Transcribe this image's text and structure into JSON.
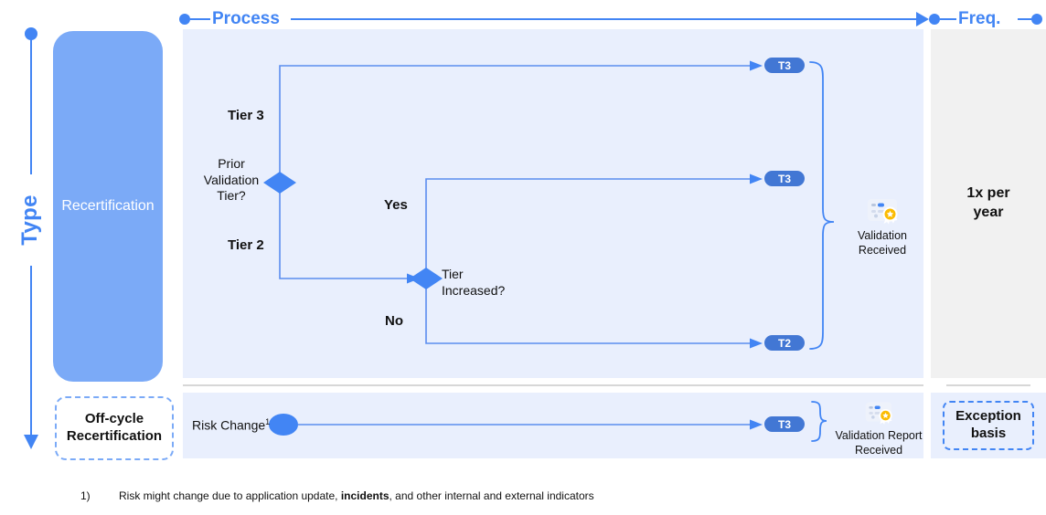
{
  "axes": {
    "type_label": "Type",
    "process_label": "Process",
    "freq_label": "Freq."
  },
  "type_column": {
    "recertification_label": "Recertification",
    "offcycle_label": "Off-cycle\nRecertification"
  },
  "process": {
    "decision_1": {
      "question": "Prior\nValidation\nTier?",
      "branch_upper_label": "Tier 3",
      "branch_lower_label": "Tier 2"
    },
    "decision_2": {
      "question": "Tier\nIncreased?",
      "branch_upper_label": "Yes",
      "branch_lower_label": "No"
    },
    "badges": {
      "tier3_from_tier3": "T3",
      "tier3_from_yes": "T3",
      "tier2_from_no": "T2",
      "tier3_offcycle": "T3"
    },
    "outcome_main": "Validation\nReceived",
    "outcome_offcycle": "Validation Report\nReceived",
    "offcycle_start": "Risk Change",
    "offcycle_start_footnote_marker": "1"
  },
  "frequency": {
    "main": "1x per\nyear",
    "offcycle": "Exception\nbasis"
  },
  "footnote": {
    "marker": "1)",
    "text_before": "Risk might change due to application update, ",
    "bold": "incidents",
    "text_after": ", and other internal and external indicators"
  },
  "icons": {
    "validation_badge": "validation-award-icon"
  },
  "colors": {
    "accent_blue": "#4285f4",
    "light_blue_block": "#7baaf7",
    "panel_bg": "#e9effd",
    "freq_panel_bg": "#f1f1f1",
    "badge_blue": "#4277d4",
    "line_blue": "#5b8def"
  }
}
